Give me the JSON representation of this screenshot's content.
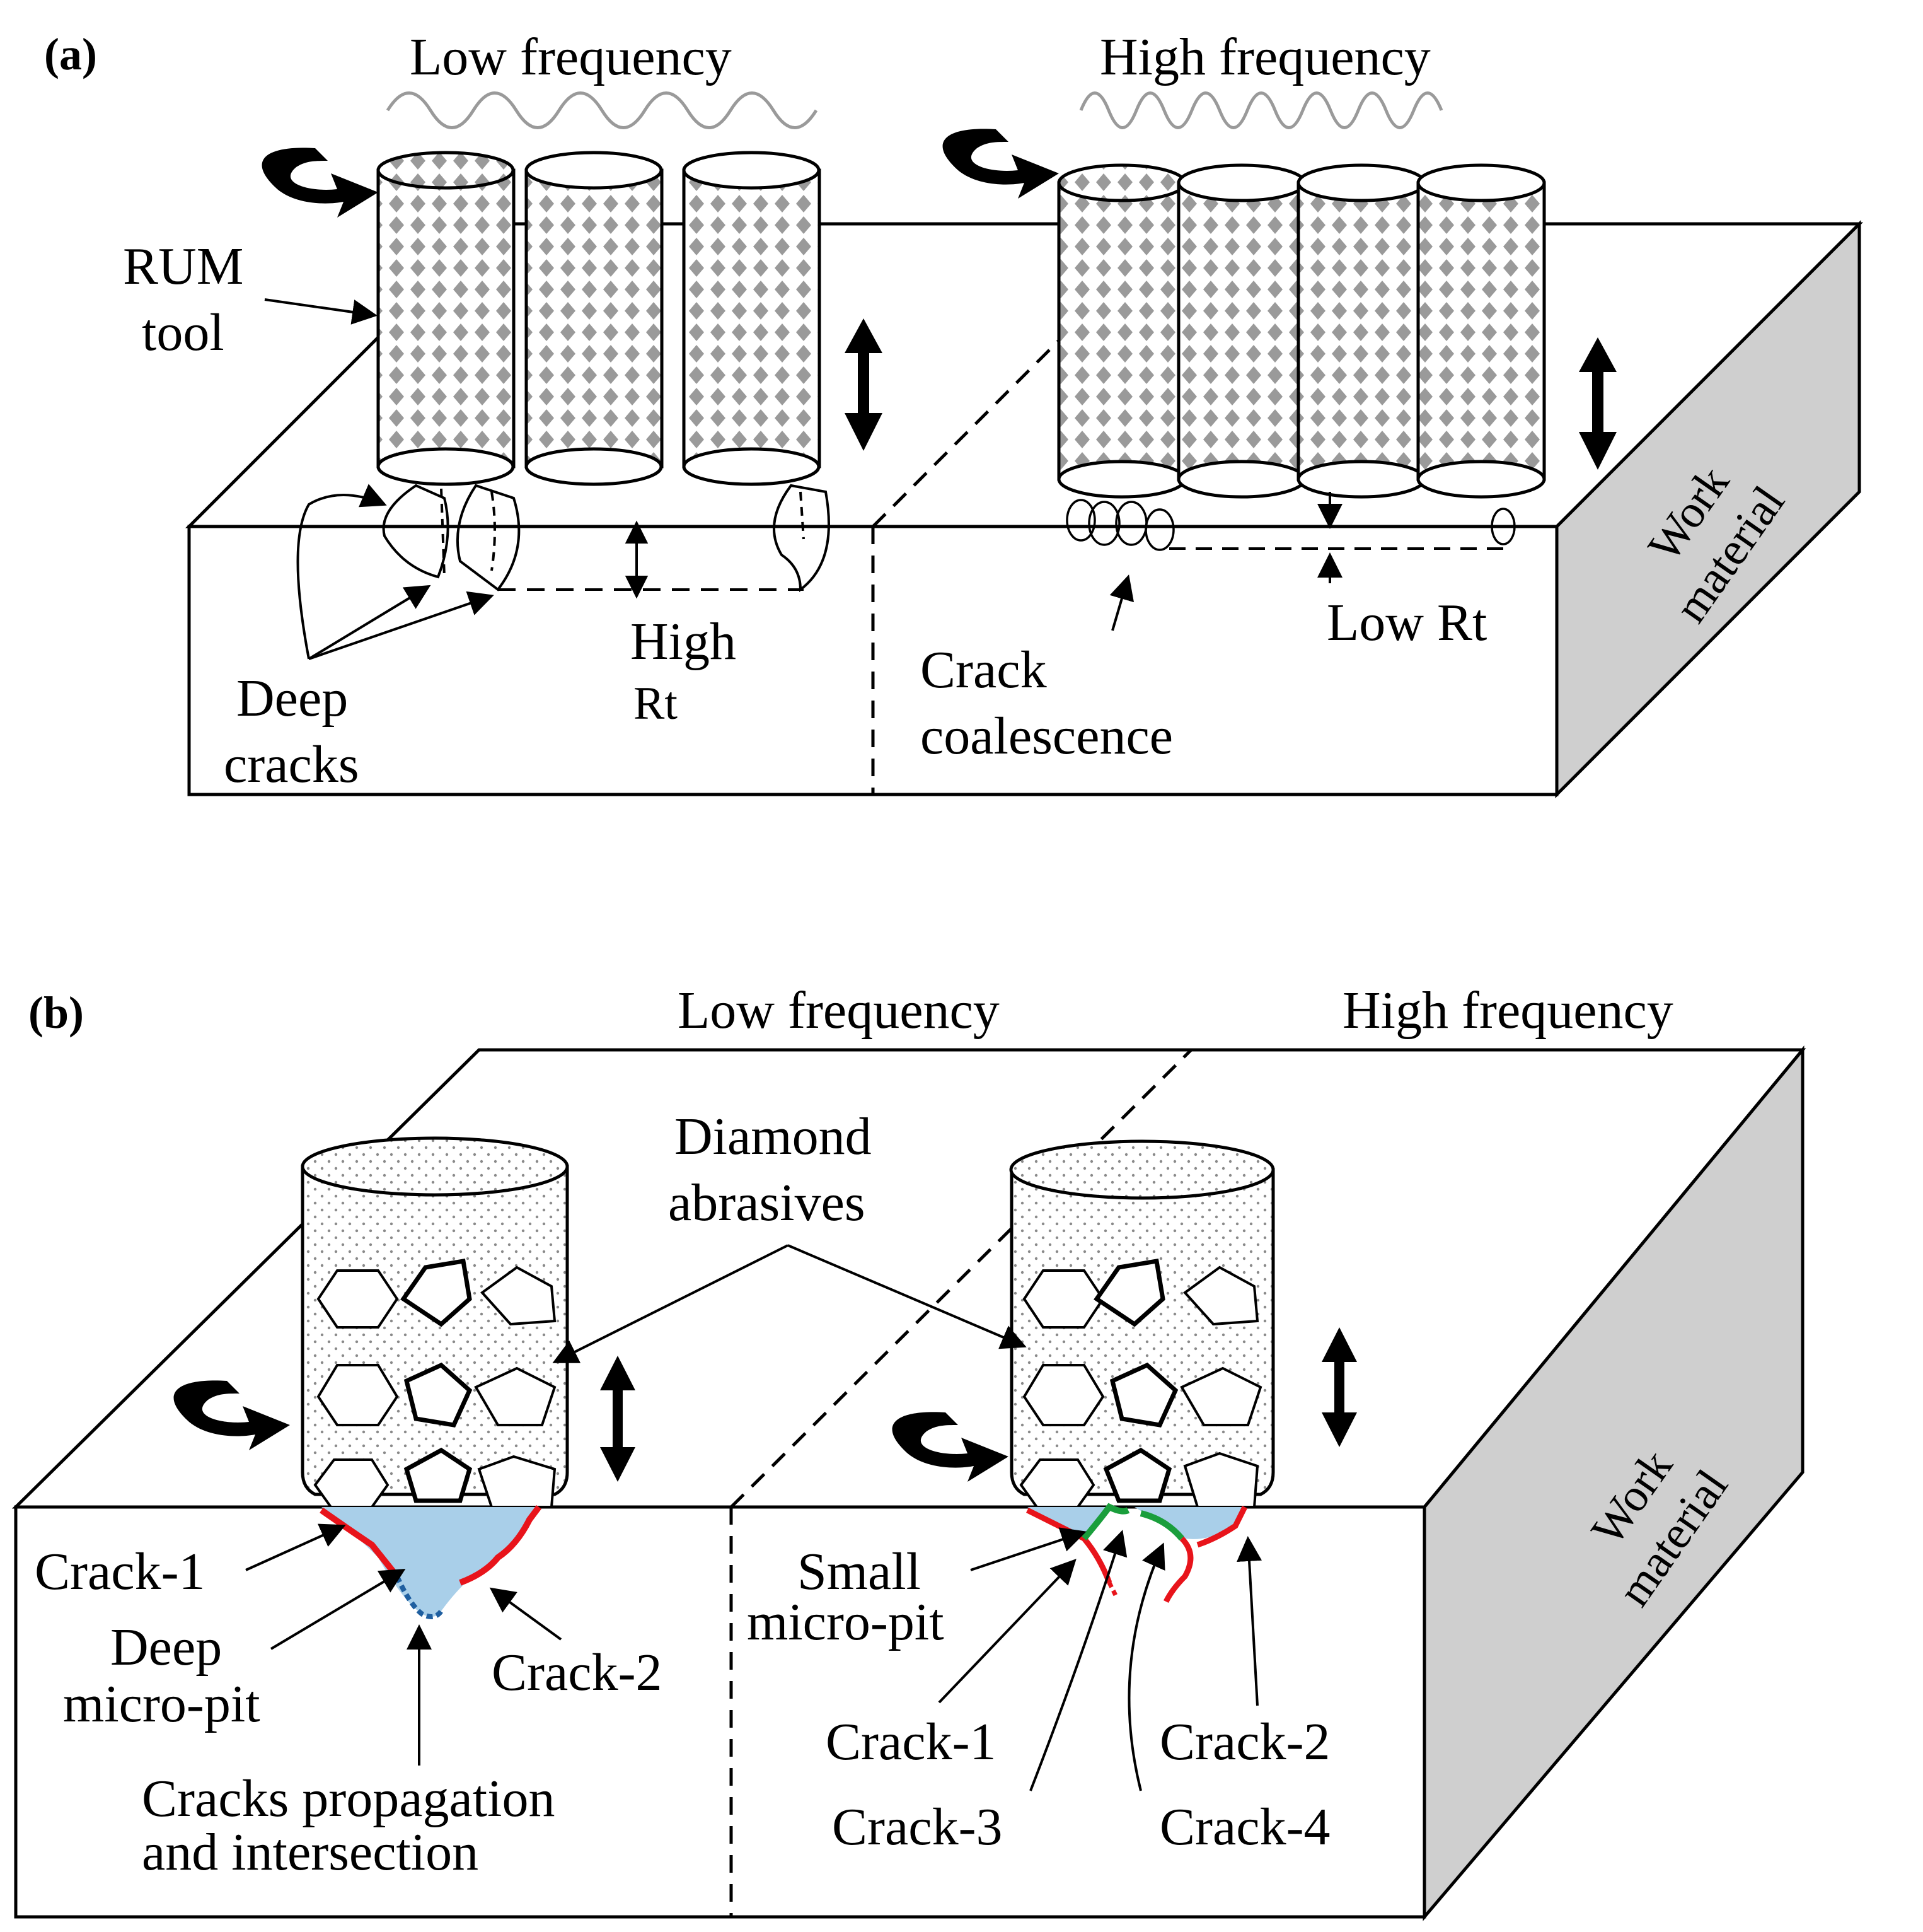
{
  "panel_a": {
    "label": "(a)",
    "low_frequency": "Low frequency",
    "high_frequency": "High frequency",
    "rum_tool_line1": "RUM",
    "rum_tool_line2": "tool",
    "deep_cracks_line1": "Deep",
    "deep_cracks_line2": "cracks",
    "high_rt_line1": "High",
    "high_rt_line2": "Rt",
    "crack_coalescence_line1": "Crack",
    "crack_coalescence_line2": "coalescence",
    "low_rt": "Low  Rt",
    "work_material_line1": "Work",
    "work_material_line2": "material"
  },
  "panel_b": {
    "label": "(b)",
    "low_frequency": "Low frequency",
    "high_frequency": "High frequency",
    "diamond_abrasives_line1": "Diamond",
    "diamond_abrasives_line2": "abrasives",
    "crack1_left": "Crack-1",
    "deep_micropit_line1": "Deep",
    "deep_micropit_line2": "micro-pit",
    "crack2_left": "Crack-2",
    "propagation_line1": "Cracks propagation",
    "propagation_line2": "and intersection",
    "small_micropit_line1": "Small",
    "small_micropit_line2": "micro-pit",
    "crack1_right": "Crack-1",
    "crack3_right": "Crack-3",
    "crack2_right": "Crack-2",
    "crack4_right": "Crack-4",
    "work_material_line1": "Work",
    "work_material_line2": "material"
  },
  "colors": {
    "crack_red": "#e8141b",
    "crack_green": "#1a9e3c",
    "pit_blue": "#a9cfe9",
    "crack_blue": "#1f5fa0",
    "side_gray": "#cfcfcf",
    "wave_gray": "#9a9a9a",
    "tool_diamond": "#9a9a9a"
  }
}
